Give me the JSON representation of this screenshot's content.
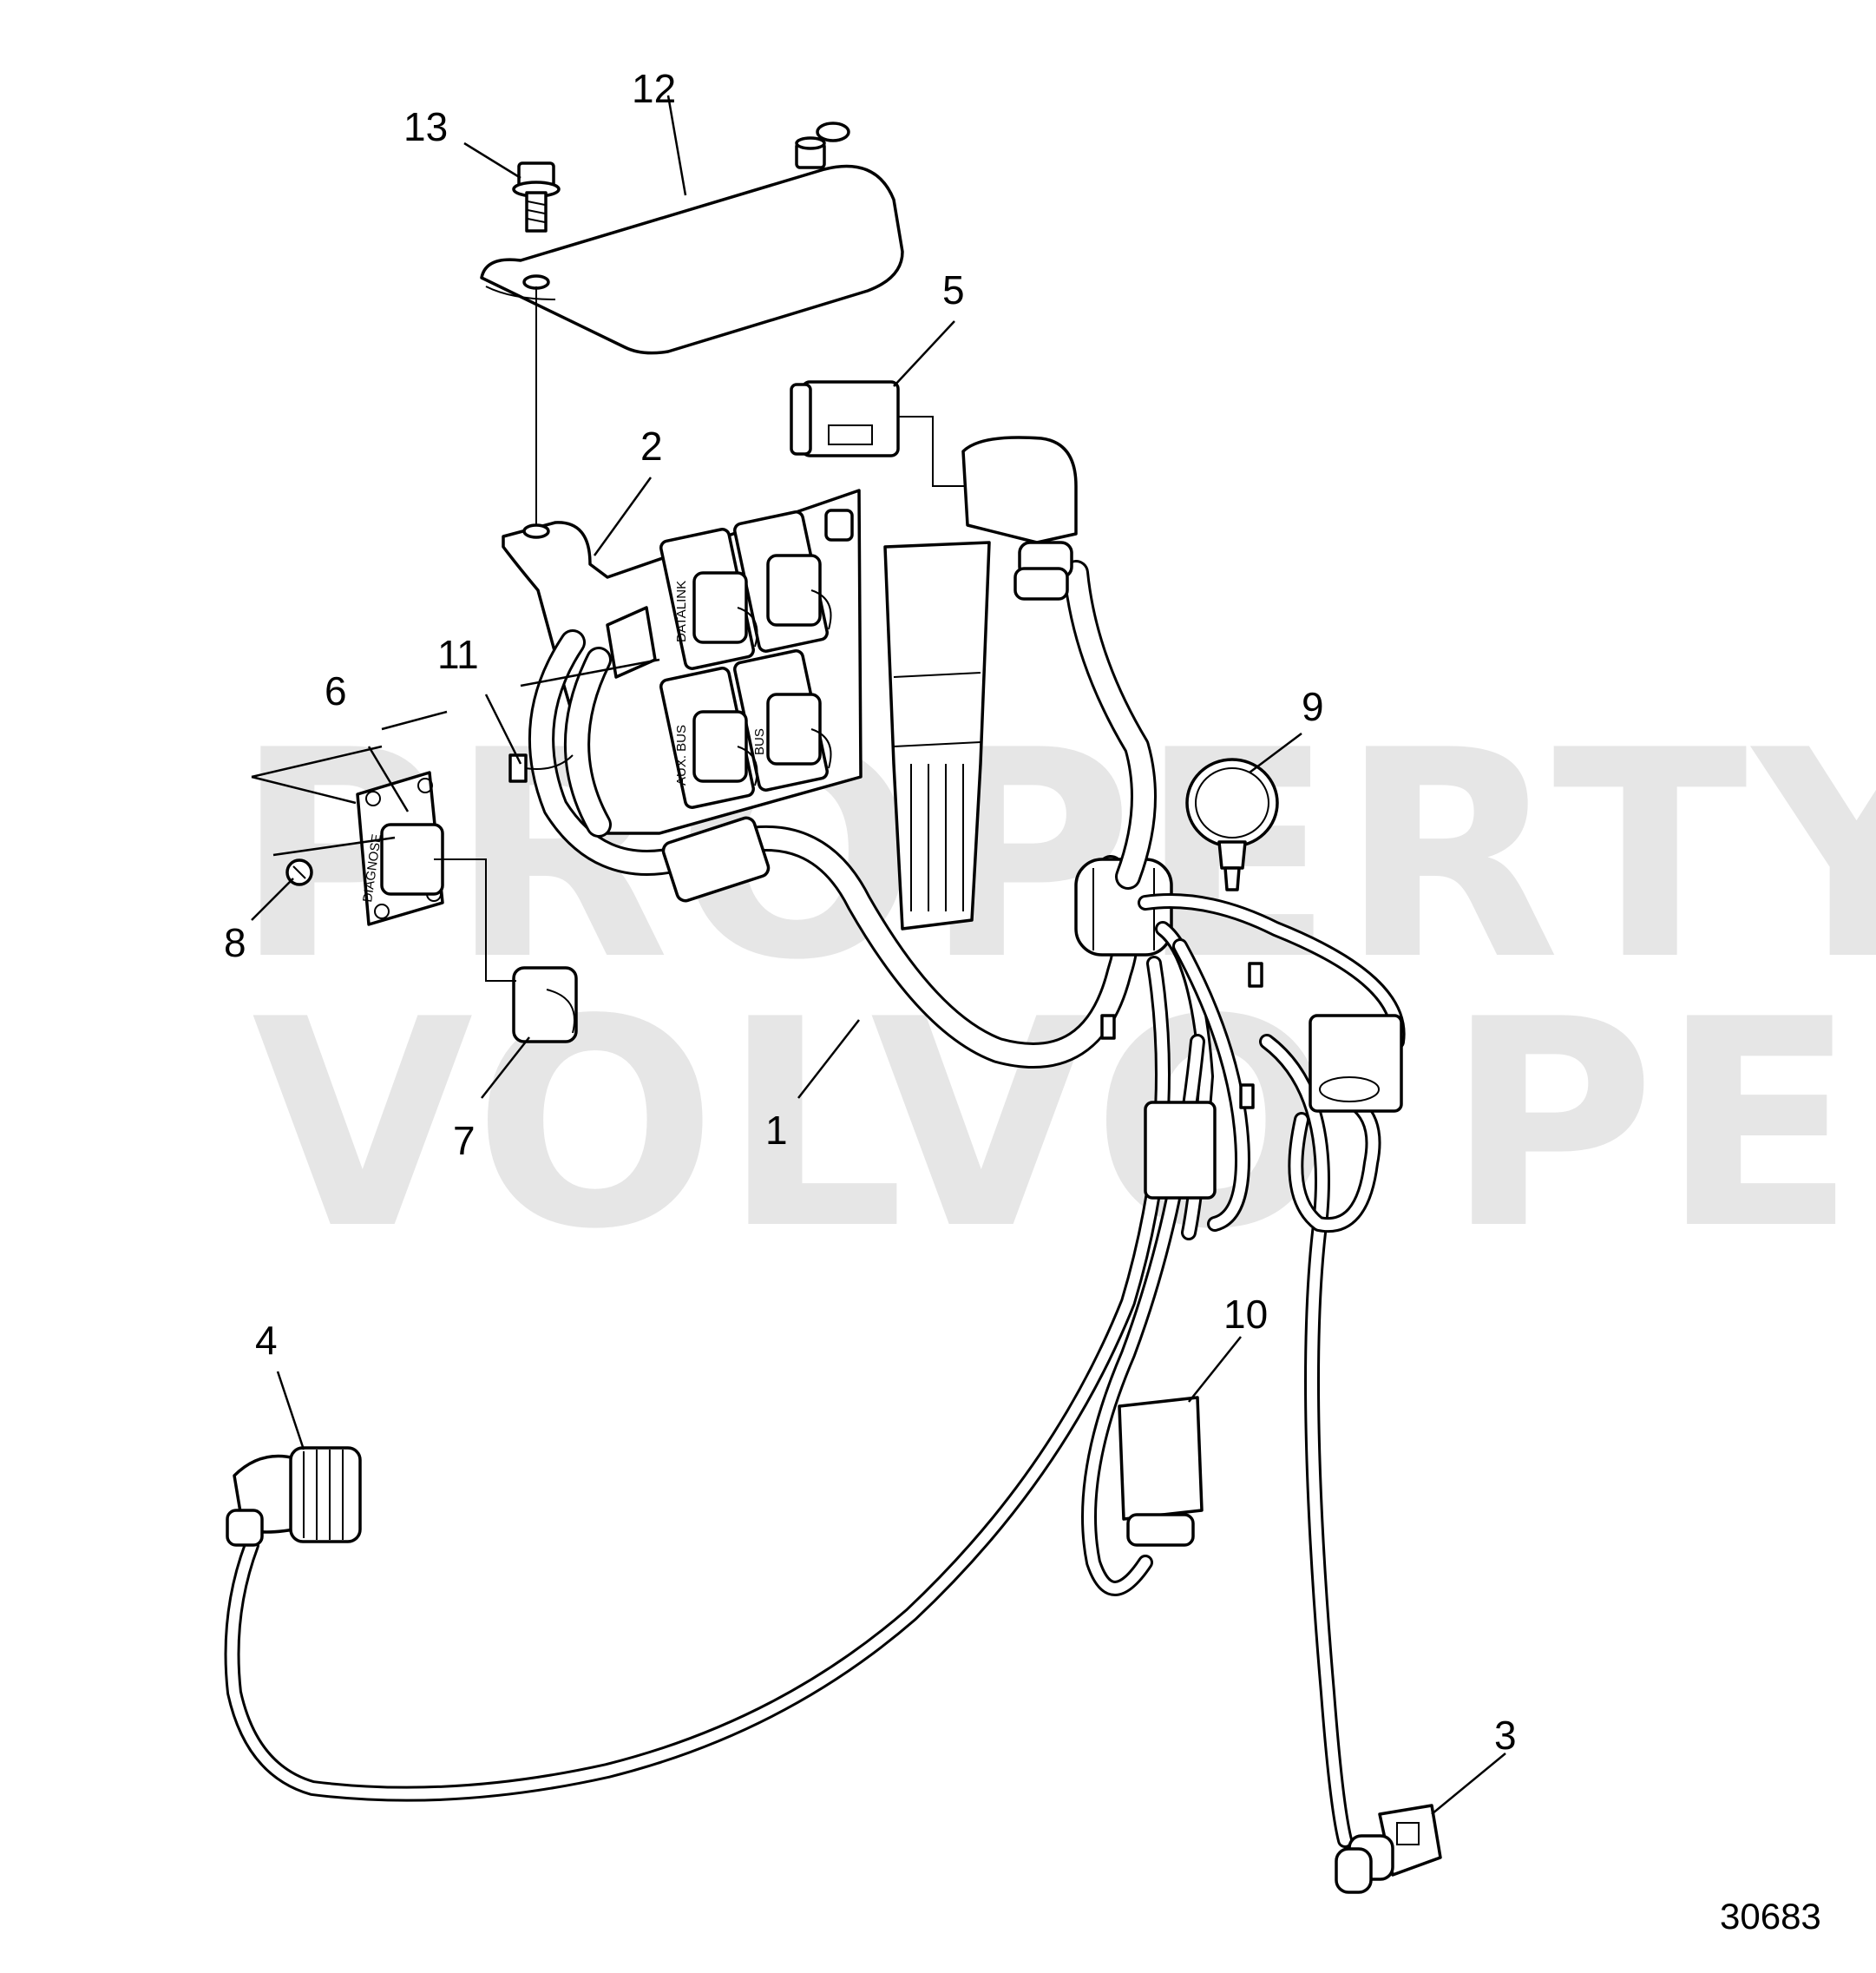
{
  "watermark": {
    "line1": "PROPERTY OF",
    "line2": "VOLVO PENTA"
  },
  "drawing_number": "30683",
  "connector_labels": {
    "datalink": "DATALINK",
    "aux_bus": "AUX. BUS",
    "bus": "BUS",
    "diagnose": "DIAGNOSE"
  },
  "callouts": {
    "c1": "1",
    "c2": "2",
    "c3": "3",
    "c4": "4",
    "c5": "5",
    "c6": "6",
    "c7": "7",
    "c8": "8",
    "c9": "9",
    "c10": "10",
    "c11": "11",
    "c12": "12",
    "c13": "13"
  }
}
